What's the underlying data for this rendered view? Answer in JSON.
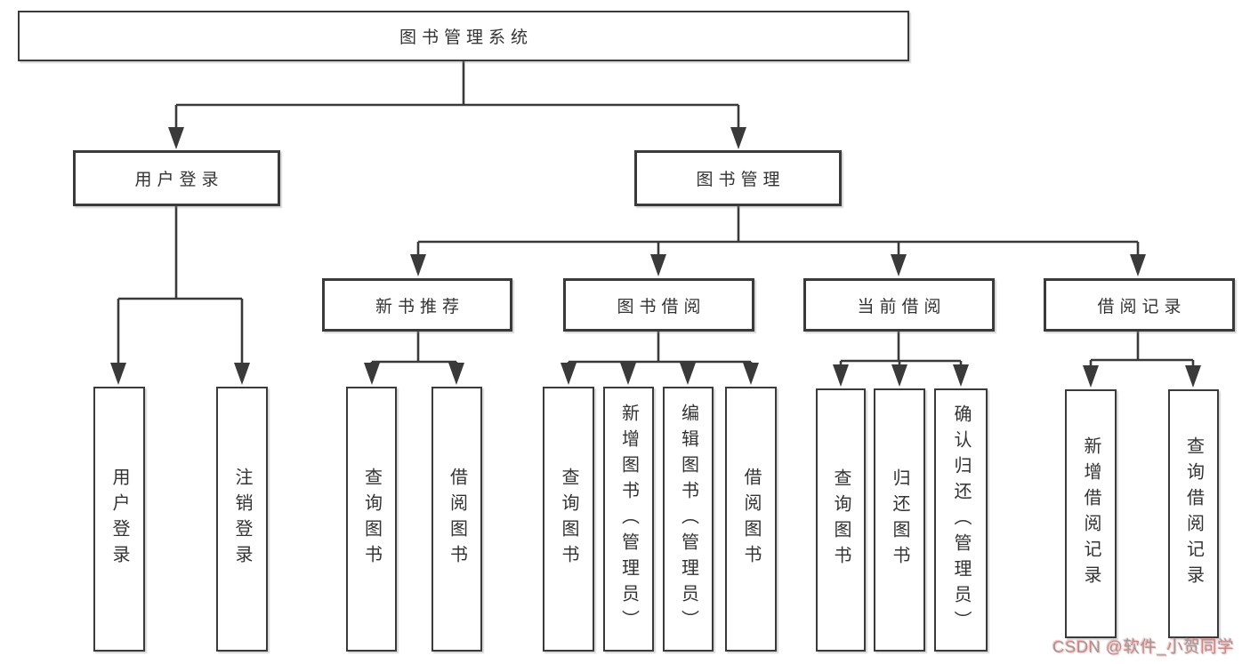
{
  "nodes": {
    "root": "图书管理系统",
    "user_login": "用户登录",
    "book_mgmt": "图书管理",
    "new_book_rec": "新书推荐",
    "book_borrow": "图书借阅",
    "current_borrow": "当前借阅",
    "borrow_records": "借阅记录",
    "ul_leaves": [
      "用户登录",
      "注销登录"
    ],
    "nb_leaves": [
      "查询图书",
      "借阅图书"
    ],
    "bb_leaves": [
      "查询图书",
      "新增图书（管理员）",
      "编辑图书（管理员）",
      "借阅图书"
    ],
    "cb_leaves": [
      "查询图书",
      "归还图书",
      "确认归还（管理员）"
    ],
    "br_leaves": [
      "新增借阅记录",
      "查询借阅记录"
    ]
  },
  "watermark": "CSDN @软件_小贺同学",
  "colors": {
    "line": "#3a3a3a",
    "box_border": "#3a3a3a",
    "text": "#333333",
    "background": "#ffffff",
    "watermark_text": "#9a9a9a",
    "watermark_glow": "#fa6e6e"
  }
}
